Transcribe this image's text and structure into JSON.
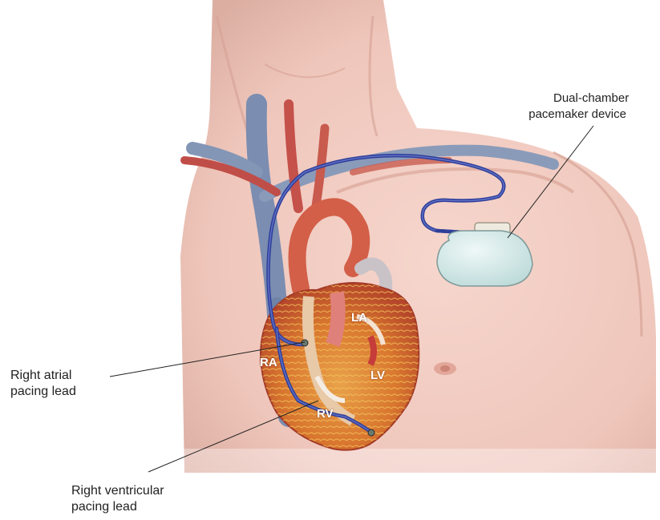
{
  "labels": {
    "device": {
      "line1": "Dual-chamber",
      "line2": "pacemaker device"
    },
    "atrial_lead": {
      "line1": "Right atrial",
      "line2": "pacing lead"
    },
    "ventricular_lead": {
      "line1": "Right ventricular",
      "line2": "pacing lead"
    }
  },
  "chambers": {
    "ra": "RA",
    "rv": "RV",
    "la": "LA",
    "lv": "LV"
  },
  "colors": {
    "skin": "#f1c9c0",
    "skin_shadow": "#d9a79c",
    "vein": "#7e8fb0",
    "artery": "#c4514a",
    "lead": "#2f3f9a",
    "heart_muscle": "#d77a3a",
    "device": "#d5ebea"
  }
}
